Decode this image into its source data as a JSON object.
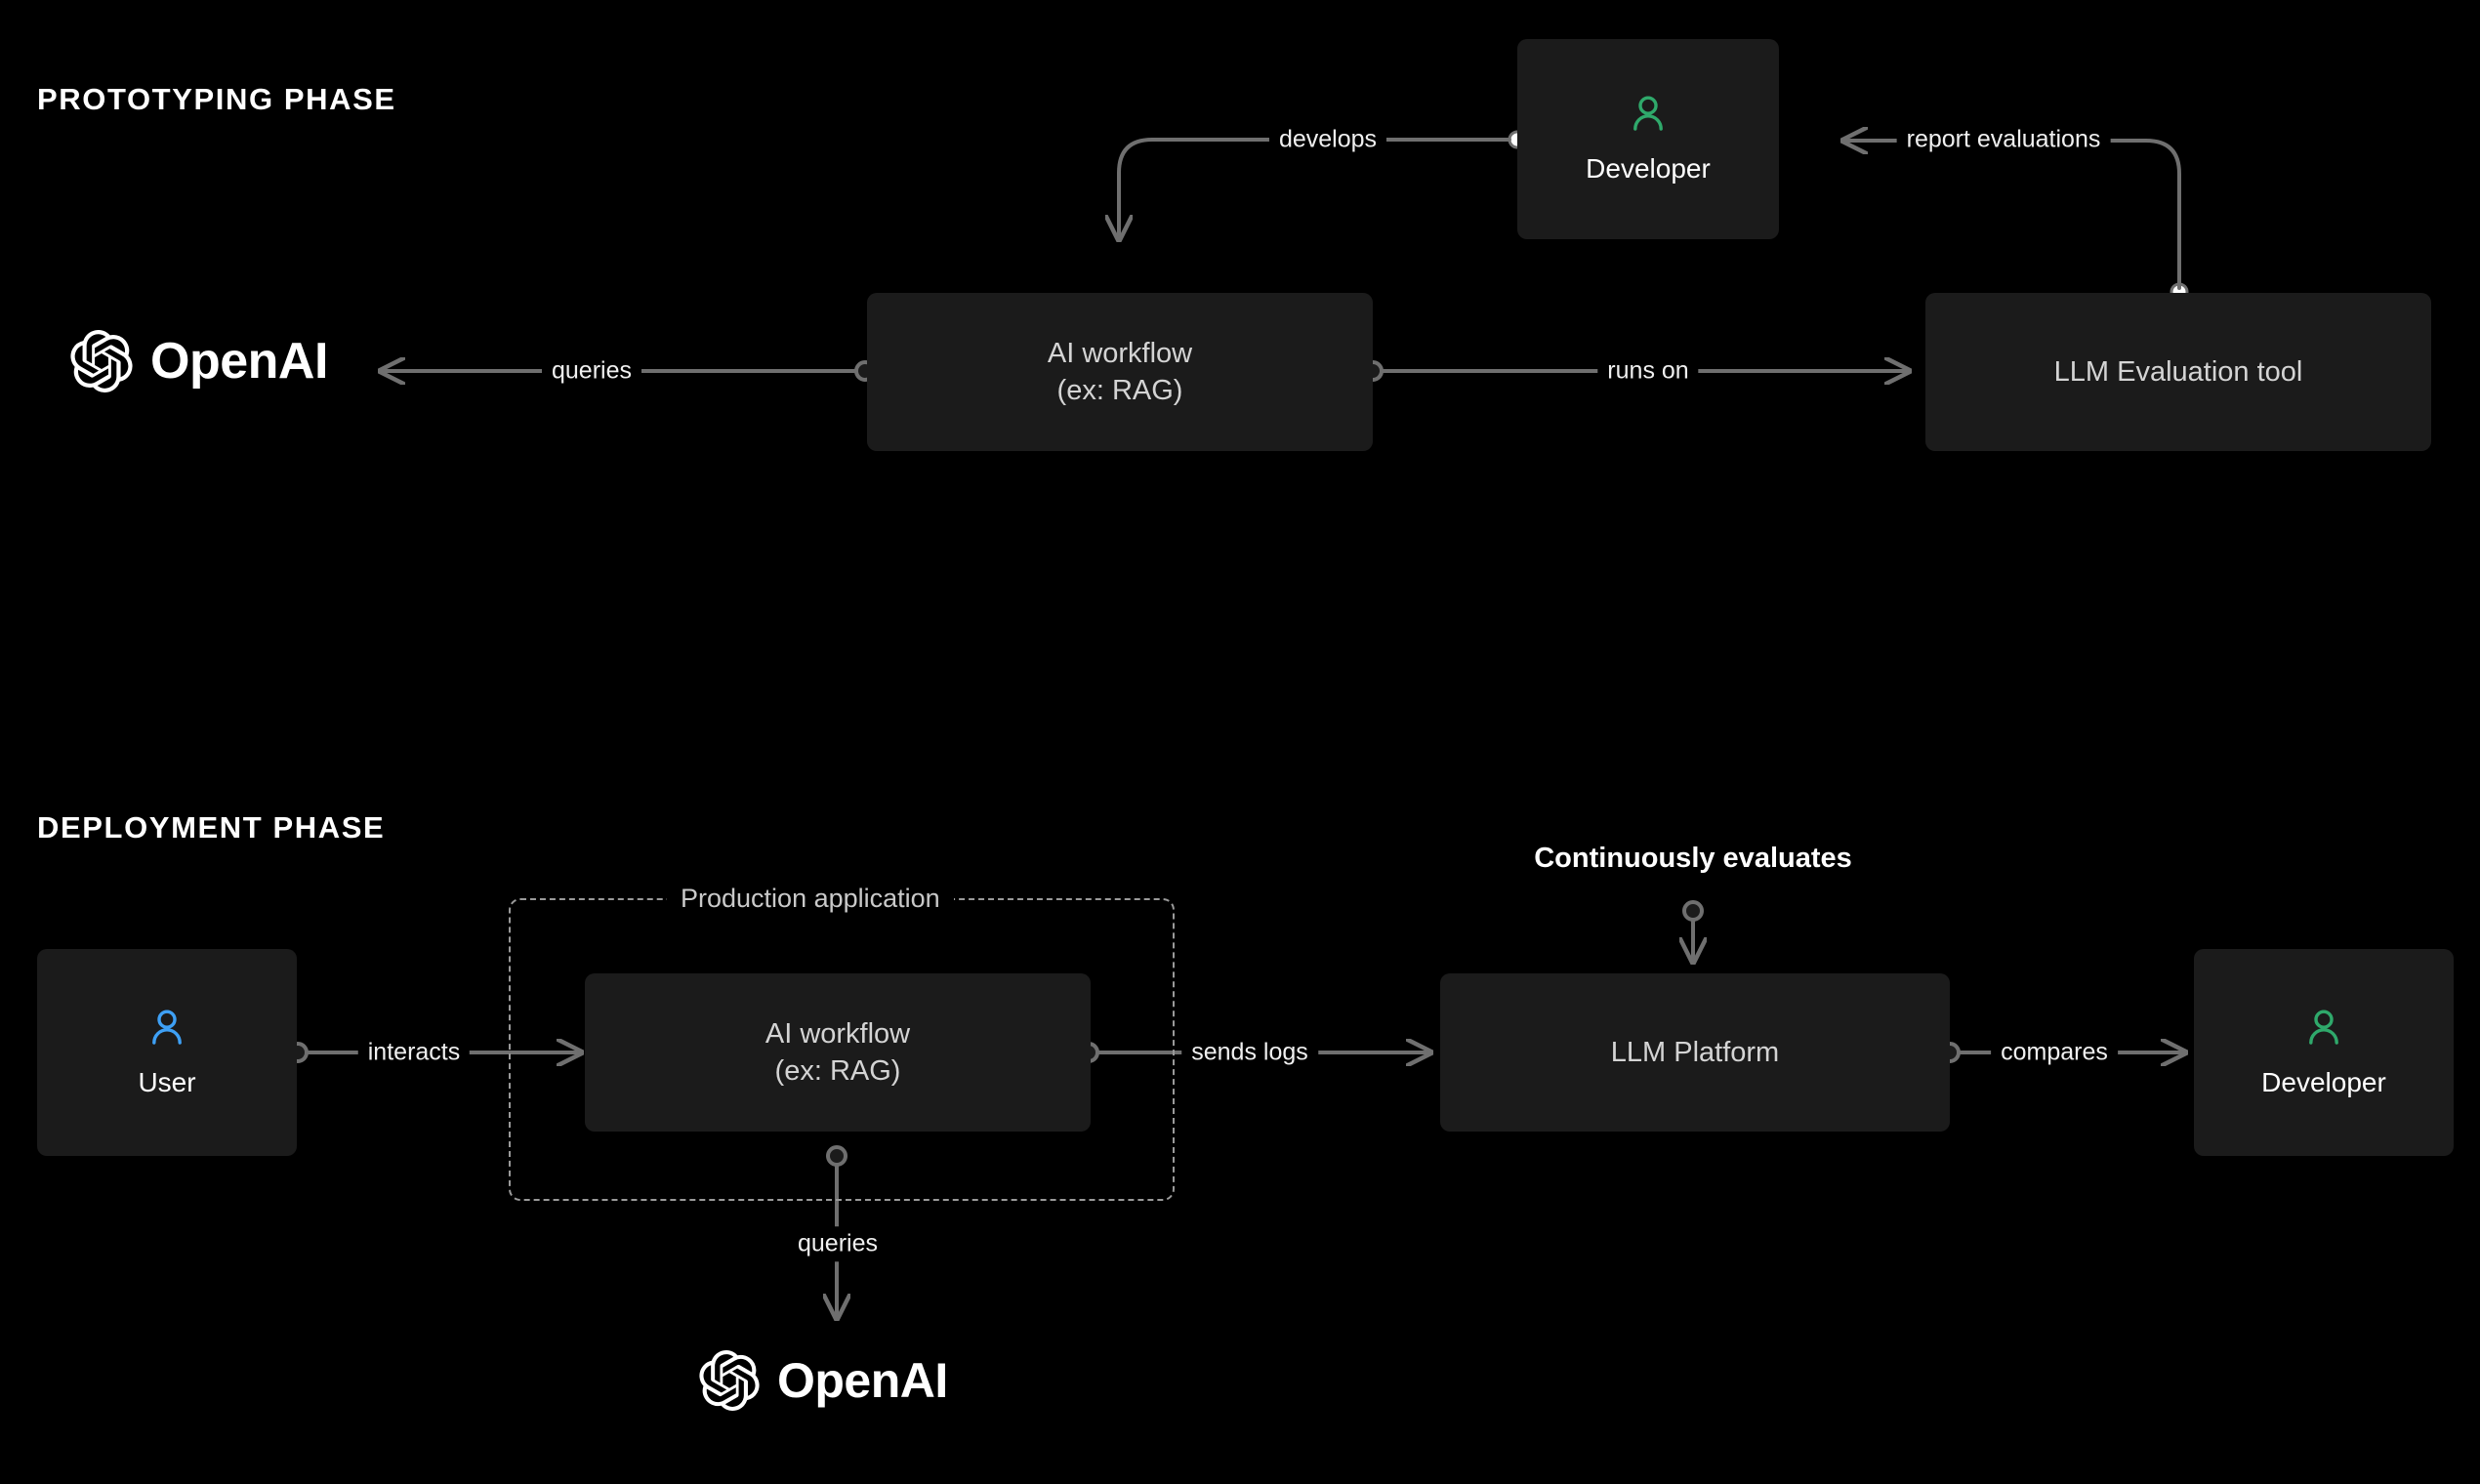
{
  "diagram": {
    "background_color": "#000000",
    "node_fill": "#1b1b1b",
    "edge_color": "#6f6f6f",
    "developer_icon_color": "#2fa96b",
    "user_icon_color": "#3ea0f5",
    "label_color": "#f0f0f0"
  },
  "sections": [
    {
      "id": "prototyping",
      "title": "PROTOTYPING PHASE"
    },
    {
      "id": "deployment",
      "title": "DEPLOYMENT PHASE"
    }
  ],
  "prototyping": {
    "nodes": {
      "openai": {
        "name": "OpenAI",
        "icon": "openai-logo-icon"
      },
      "ai_workflow": {
        "line1": "AI workflow",
        "line2": "(ex: RAG)"
      },
      "developer": {
        "name": "Developer",
        "icon": "person-icon"
      },
      "eval_tool": {
        "name": "LLM Evaluation tool"
      }
    },
    "edges": [
      {
        "id": "develops",
        "label": "develops"
      },
      {
        "id": "report-evaluations",
        "label": "report evaluations"
      },
      {
        "id": "queries",
        "label": "queries"
      },
      {
        "id": "runs-on",
        "label": "runs on"
      }
    ]
  },
  "deployment": {
    "group": {
      "title": "Production application"
    },
    "nodes": {
      "user": {
        "name": "User",
        "icon": "person-icon"
      },
      "ai_workflow": {
        "line1": "AI workflow",
        "line2": "(ex: RAG)"
      },
      "llm_platform": {
        "name": "LLM Platform"
      },
      "developer": {
        "name": "Developer",
        "icon": "person-icon"
      },
      "openai": {
        "name": "OpenAI",
        "icon": "openai-logo-icon"
      }
    },
    "edges": [
      {
        "id": "interacts",
        "label": "interacts"
      },
      {
        "id": "sends-logs",
        "label": "sends logs"
      },
      {
        "id": "compares",
        "label": "compares"
      },
      {
        "id": "queries",
        "label": "queries"
      },
      {
        "id": "continuously-evaluates",
        "label": "Continuously evaluates"
      }
    ]
  }
}
